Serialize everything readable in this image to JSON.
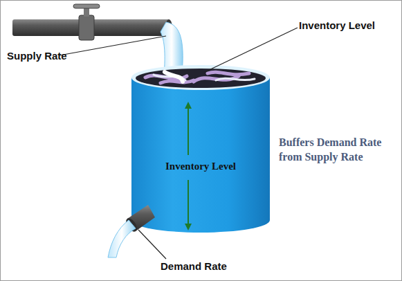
{
  "diagram": {
    "nodes": [
      {
        "text": [
          "Inventory Level"
        ]
      }
    ],
    "labels": [
      "Supply Rate",
      "Inventory Level",
      "Buffers Demand Rate from Supply Rate",
      "Demand Rate"
    ]
  }
}
